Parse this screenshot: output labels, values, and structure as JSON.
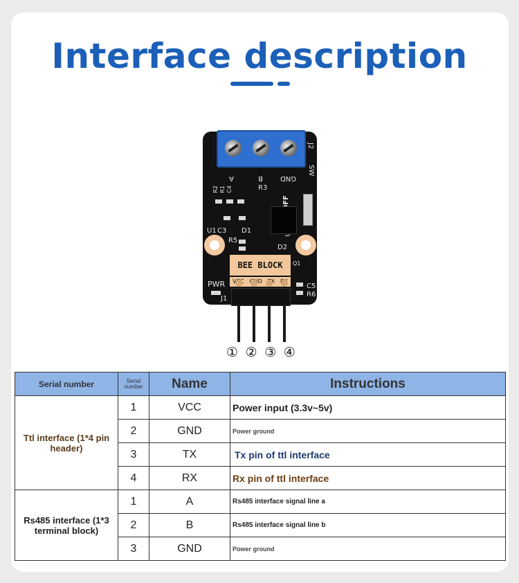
{
  "title": "Interface description",
  "board": {
    "terminal_label": "J2",
    "switch_label": "SW",
    "brand": "BEE BLOCK",
    "pin_labels": [
      "VCC",
      "GND",
      "TX",
      "RX"
    ],
    "silk_labels": [
      "A",
      "B",
      "GND",
      "R3",
      "ON/OFF",
      "U2",
      "U1",
      "C3",
      "D1",
      "R5",
      "D2",
      "Q1",
      "PWR",
      "J1",
      "C5",
      "R6",
      "R2",
      "R1",
      "C4"
    ],
    "pin_numbers": [
      "①",
      "②",
      "③",
      "④"
    ]
  },
  "table": {
    "headers": {
      "serial_number": "Serial number",
      "serial_number_small": "Serial number",
      "name": "Name",
      "instructions": "Instructions"
    },
    "groups": [
      {
        "label": "Ttl interface (1*4 pin header)",
        "rows": [
          {
            "num": "1",
            "name": "VCC",
            "instruction": "Power input (3.3v~5v)"
          },
          {
            "num": "2",
            "name": "GND",
            "instruction": "Power ground"
          },
          {
            "num": "3",
            "name": "TX",
            "instruction": "Tx pin of ttl interface"
          },
          {
            "num": "4",
            "name": "RX",
            "instruction": "Rx pin of ttl interface"
          }
        ]
      },
      {
        "label": "Rs485 interface (1*3 terminal block)",
        "rows": [
          {
            "num": "1",
            "name": "A",
            "instruction": "Rs485 interface signal line a"
          },
          {
            "num": "2",
            "name": "B",
            "instruction": "Rs485 interface signal line b"
          },
          {
            "num": "3",
            "name": "GND",
            "instruction": "Power ground"
          }
        ]
      }
    ]
  }
}
